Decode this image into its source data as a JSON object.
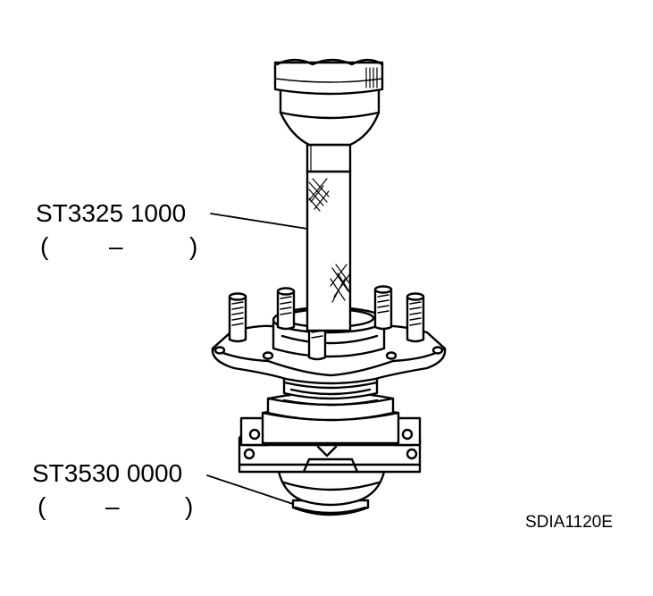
{
  "labels": {
    "tool_upper": {
      "part_number": "ST3325 1000",
      "open": "(",
      "dash": "–",
      "close": ")"
    },
    "tool_lower": {
      "part_number": "ST3530 0000",
      "open": "(",
      "dash": "–",
      "close": ")"
    },
    "figure_code": "SDIA1120E"
  }
}
